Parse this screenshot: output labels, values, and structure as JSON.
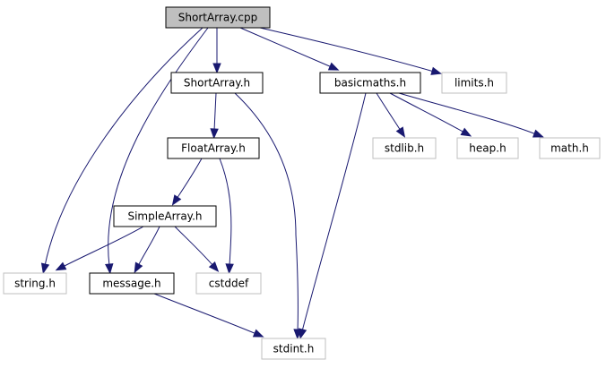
{
  "nodes": {
    "shortarray_cpp": {
      "label": "ShortArray.cpp",
      "style": "root"
    },
    "shortarray_h": {
      "label": "ShortArray.h",
      "style": "documented"
    },
    "basicmaths_h": {
      "label": "basicmaths.h",
      "style": "documented"
    },
    "limits_h": {
      "label": "limits.h",
      "style": "external"
    },
    "floatarray_h": {
      "label": "FloatArray.h",
      "style": "documented"
    },
    "stdlib_h": {
      "label": "stdlib.h",
      "style": "external"
    },
    "heap_h": {
      "label": "heap.h",
      "style": "external"
    },
    "math_h": {
      "label": "math.h",
      "style": "external"
    },
    "simplearray_h": {
      "label": "SimpleArray.h",
      "style": "documented"
    },
    "string_h": {
      "label": "string.h",
      "style": "external"
    },
    "message_h": {
      "label": "message.h",
      "style": "documented"
    },
    "cstddef": {
      "label": "cstddef",
      "style": "external"
    },
    "stdint_h": {
      "label": "stdint.h",
      "style": "external"
    }
  },
  "edges": [
    {
      "from": "shortarray_cpp",
      "to": "shortarray_h"
    },
    {
      "from": "shortarray_cpp",
      "to": "basicmaths_h"
    },
    {
      "from": "shortarray_cpp",
      "to": "limits_h"
    },
    {
      "from": "shortarray_cpp",
      "to": "string_h"
    },
    {
      "from": "shortarray_cpp",
      "to": "message_h"
    },
    {
      "from": "shortarray_h",
      "to": "floatarray_h"
    },
    {
      "from": "shortarray_h",
      "to": "stdint_h"
    },
    {
      "from": "floatarray_h",
      "to": "simplearray_h"
    },
    {
      "from": "floatarray_h",
      "to": "cstddef"
    },
    {
      "from": "simplearray_h",
      "to": "string_h"
    },
    {
      "from": "simplearray_h",
      "to": "message_h"
    },
    {
      "from": "simplearray_h",
      "to": "cstddef"
    },
    {
      "from": "message_h",
      "to": "stdint_h"
    },
    {
      "from": "basicmaths_h",
      "to": "stdlib_h"
    },
    {
      "from": "basicmaths_h",
      "to": "heap_h"
    },
    {
      "from": "basicmaths_h",
      "to": "math_h"
    },
    {
      "from": "basicmaths_h",
      "to": "stdint_h"
    }
  ],
  "colors": {
    "edge": "#191970",
    "root_fill": "#bfbfbf",
    "root_stroke": "#000000",
    "documented_fill": "#ffffff",
    "documented_stroke": "#000000",
    "external_fill": "#ffffff",
    "external_stroke": "#bfbfbf"
  }
}
